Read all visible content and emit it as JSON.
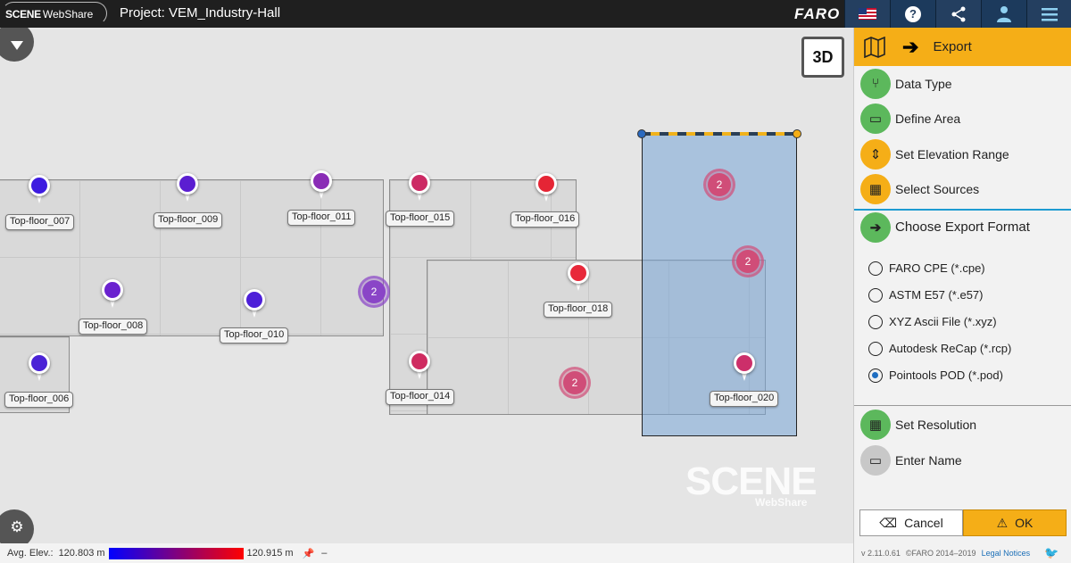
{
  "header": {
    "brand_scene": "SCENE",
    "brand_web": "WebShare",
    "project": "Project: VEM_Industry-Hall",
    "faro": "FARO",
    "buttons": [
      "flag-icon",
      "help-icon",
      "share-icon",
      "user-icon",
      "menu-icon"
    ]
  },
  "map": {
    "btn_3d": "3D",
    "pins": [
      {
        "label": "Top-floor_007",
        "color": "#3d1be0"
      },
      {
        "label": "Top-floor_009",
        "color": "#5b1ed1"
      },
      {
        "label": "Top-floor_011",
        "color": "#8a2cb6"
      },
      {
        "label": "Top-floor_015",
        "color": "#cc2a64"
      },
      {
        "label": "Top-floor_016",
        "color": "#e52535"
      },
      {
        "label": "Top-floor_008",
        "color": "#6a22cf"
      },
      {
        "label": "Top-floor_010",
        "color": "#4d1fd8"
      },
      {
        "label": "Top-floor_018",
        "color": "#e8283a"
      },
      {
        "label": "Top-floor_006",
        "color": "#4a22d6"
      },
      {
        "label": "Top-floor_014",
        "color": "#cf2b60"
      },
      {
        "label": "Top-floor_020",
        "color": "#cc2f6a"
      }
    ],
    "clusters": [
      {
        "count": "2",
        "color": "#8a45c7"
      },
      {
        "count": "2",
        "color": "#d04d78"
      },
      {
        "count": "2",
        "color": "#d04d78"
      },
      {
        "count": "2",
        "color": "#d04d78"
      }
    ],
    "watermark": "SCENE",
    "watermark_sub": "WebShare"
  },
  "legend": {
    "label": "Avg. Elev.:",
    "min": "120.803 m",
    "max": "120.915 m",
    "pin_value": "–"
  },
  "panel": {
    "header": "Export",
    "steps": [
      {
        "label": "Data Type",
        "state": "green",
        "icon": "data-type-icon"
      },
      {
        "label": "Define Area",
        "state": "green",
        "icon": "define-area-icon"
      },
      {
        "label": "Set Elevation Range",
        "state": "yellow",
        "icon": "elevation-icon"
      },
      {
        "label": "Select Sources",
        "state": "yellow",
        "icon": "sources-icon"
      }
    ],
    "active_step": "Choose Export Format",
    "formats": [
      {
        "label": "FARO CPE (*.cpe)",
        "selected": false
      },
      {
        "label": "ASTM E57 (*.e57)",
        "selected": false
      },
      {
        "label": "XYZ Ascii File (*.xyz)",
        "selected": false
      },
      {
        "label": "Autodesk ReCap (*.rcp)",
        "selected": false
      },
      {
        "label": "Pointools POD (*.pod)",
        "selected": true
      }
    ],
    "steps_after": [
      {
        "label": "Set Resolution",
        "state": "green",
        "icon": "resolution-icon"
      },
      {
        "label": "Enter Name",
        "state": "grey",
        "icon": "name-icon"
      }
    ],
    "cancel": "Cancel",
    "ok": "OK",
    "version": "v 2.11.0.61",
    "copyright": "©FARO 2014–2019",
    "legal": "Legal Notices"
  }
}
